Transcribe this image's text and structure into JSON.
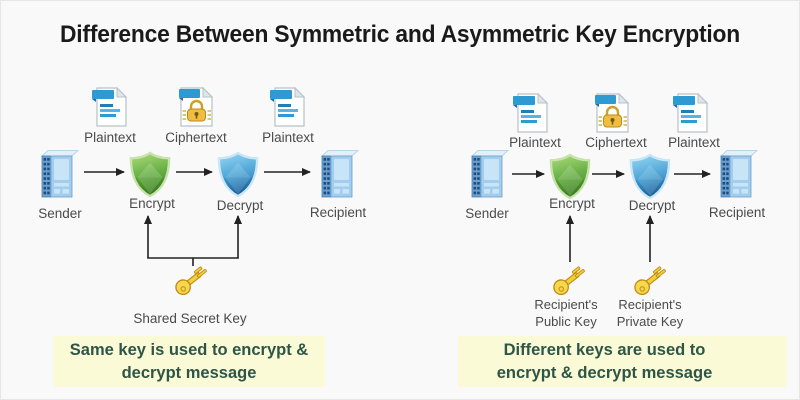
{
  "title": "Difference Between Symmetric and Asymmetric Key Encryption",
  "colors": {
    "background": "#f9f9f9",
    "title_text": "#1a1a1a",
    "label_text": "#4a4a4a",
    "caption_bg": "#fafad6",
    "caption_text": "#2e5546",
    "arrow": "#222222",
    "shield_green": "#4e9a2e",
    "shield_blue": "#1d6fae",
    "key_gold": "#f3cf3a",
    "server_blue": "#a3cdee",
    "doc_blue": "#2e9ad2"
  },
  "icons": {
    "plaintext": "document-with-text-icon",
    "ciphertext": "document-with-padlock-icon",
    "sender": "server-tower-icon",
    "recipient": "server-tower-icon",
    "encrypt": "green-shield-icon",
    "decrypt": "blue-shield-icon",
    "key": "gold-key-icon"
  },
  "symmetric": {
    "doc_labels": [
      "Plaintext",
      "Ciphertext",
      "Plaintext"
    ],
    "sender": "Sender",
    "encrypt": "Encrypt",
    "decrypt": "Decrypt",
    "recipient": "Recipient",
    "key_label": "Shared Secret Key",
    "caption": "Same key is used to encrypt &\ndecrypt message"
  },
  "asymmetric": {
    "doc_labels": [
      "Plaintext",
      "Ciphertext",
      "Plaintext"
    ],
    "sender": "Sender",
    "encrypt": "Encrypt",
    "decrypt": "Decrypt",
    "recipient": "Recipient",
    "public_key_label": "Recipient's\nPublic Key",
    "private_key_label": "Recipient's\nPrivate Key",
    "caption": "Different keys are used to\nencrypt & decrypt message"
  }
}
